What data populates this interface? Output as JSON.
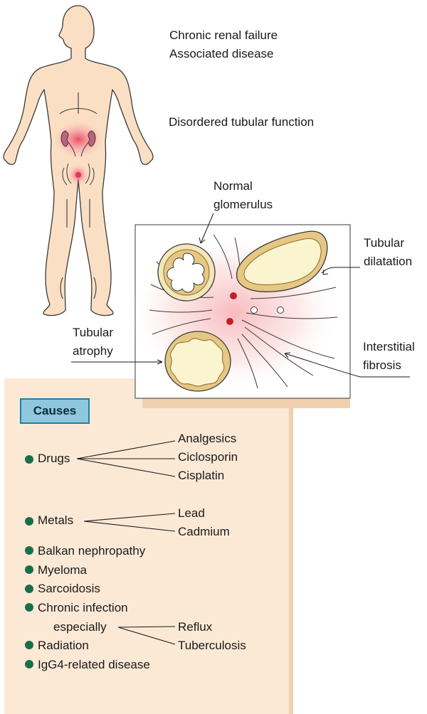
{
  "header_lines": [
    "Chronic renal failure",
    "Associated disease"
  ],
  "tubular_function_label": "Disordered tubular function",
  "micro_labels": {
    "normal_glomerulus": [
      "Normal",
      "glomerulus"
    ],
    "tubular_dilatation": [
      "Tubular",
      "dilatation"
    ],
    "tubular_atrophy": [
      "Tubular",
      "atrophy"
    ],
    "interstitial_fibrosis": [
      "Interstitial",
      "fibrosis"
    ]
  },
  "causes": {
    "title": "Causes",
    "drugs": {
      "label": "Drugs",
      "items": [
        "Analgesics",
        "Ciclosporin",
        "Cisplatin"
      ]
    },
    "metals": {
      "label": "Metals",
      "items": [
        "Lead",
        "Cadmium"
      ]
    },
    "balkan": "Balkan nephropathy",
    "myeloma": "Myeloma",
    "sarcoidosis": "Sarcoidosis",
    "chronic_infection": "Chronic infection",
    "especially": {
      "label": "especially",
      "items": [
        "Reflux",
        "Tuberculosis"
      ]
    },
    "radiation": "Radiation",
    "igg4": "IgG4-related disease"
  },
  "colors": {
    "bullet": "#17704b",
    "header_fill": "#8fc7dd",
    "header_border": "#1f7fa8",
    "panel": "#fbe9d6",
    "kidney": "#b5677a",
    "highlight": "#e8345a"
  }
}
